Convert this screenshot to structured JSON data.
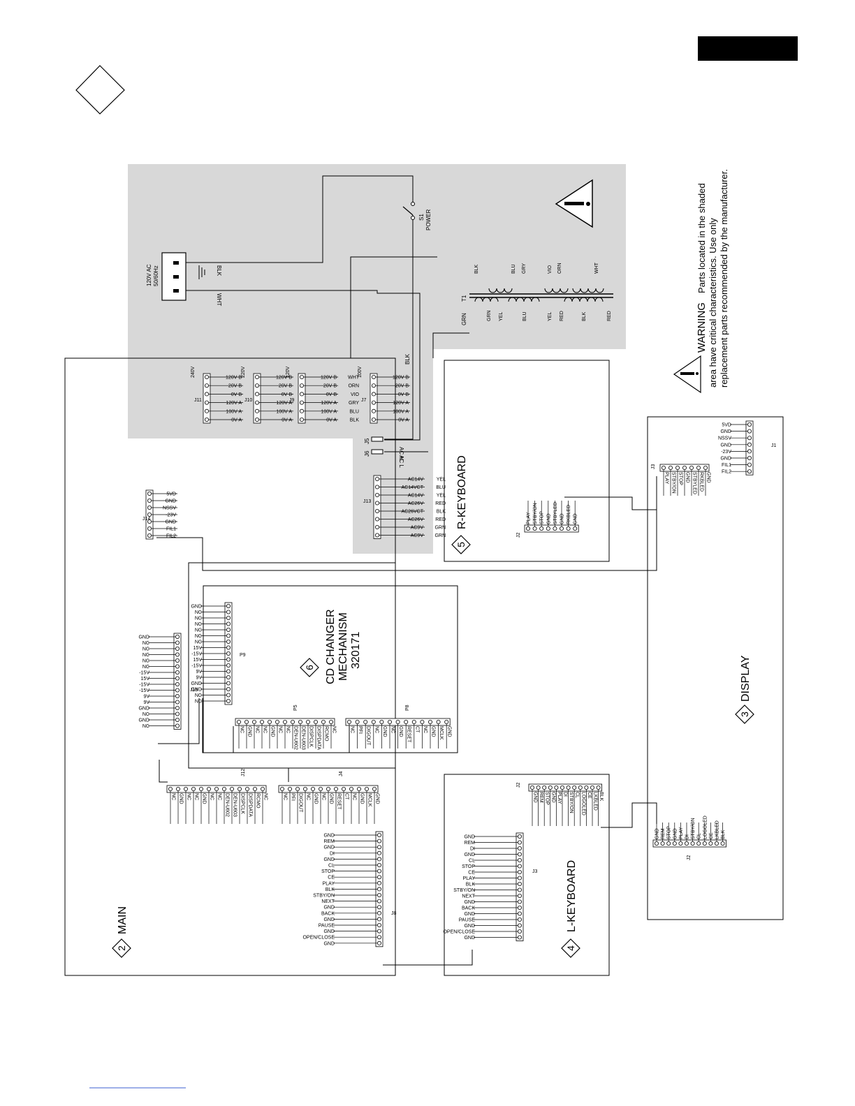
{
  "warning": {
    "title": "WARNING",
    "line1": "Parts located in the shaded",
    "line2": "area have critical characteristics. Use only",
    "line3": "replacement parts recommended by the manufacturer."
  },
  "boards": {
    "main": {
      "num": "2",
      "label": "MAIN"
    },
    "display": {
      "num": "3",
      "label": "DISPLAY"
    },
    "lkeyboard": {
      "num": "4",
      "label": "L-KEYBOARD"
    },
    "rkeyboard": {
      "num": "5",
      "label": "R-KEYBOARD"
    },
    "cd": {
      "num": "6",
      "label1": "CD CHANGER",
      "label2": "MECHANISM",
      "label3": "320171"
    }
  },
  "power": {
    "inlet_label1": "120V AC",
    "inlet_label2": "50/60Hz",
    "blk": "BLK",
    "wht": "WHT",
    "switch_ref": "S1",
    "switch_name": "POWER",
    "t1": "T1",
    "grn": "GRN",
    "j5": "J5",
    "j6": "J6",
    "ach": "AC H",
    "acl": "AC L",
    "sec_top": [
      "BLK",
      "BLU",
      "GRY",
      "VIO",
      "ORN",
      "WHT"
    ],
    "sec_bottom": [
      "GRN",
      "YEL",
      "BLU",
      "YEL",
      "RED",
      "BLK",
      "RED"
    ]
  },
  "volt_connectors": [
    {
      "ref": "J11",
      "voltage": "240V",
      "pins": [
        "120V B",
        "20V B",
        "0V B",
        "120V A",
        "100V A",
        "0V A"
      ],
      "wires": [
        "",
        "",
        "",
        "",
        "",
        ""
      ]
    },
    {
      "ref": "J10",
      "voltage": "220V",
      "pins": [
        "120V B",
        "20V B",
        "0V B",
        "120V A",
        "100V A",
        "0V A"
      ],
      "wires": [
        "",
        "",
        "",
        "",
        "",
        ""
      ]
    },
    {
      "ref": "J9",
      "voltage": "120V",
      "pins": [
        "120V B",
        "20V B",
        "0V B",
        "120V A",
        "100V A",
        "0V A"
      ],
      "wires": [
        "WHT",
        "ORN",
        "VIO",
        "GRY",
        "BLU",
        "BLK"
      ]
    },
    {
      "ref": "J7",
      "voltage": "100V",
      "pins": [
        "120V B",
        "20V B",
        "0V B",
        "120V A",
        "100V A",
        "0V A"
      ],
      "wires": [
        "",
        "",
        "",
        "",
        "",
        ""
      ]
    }
  ],
  "j13": {
    "ref": "J13",
    "pins": [
      "AC14V",
      "AC14VCT",
      "AC14V",
      "AC26V",
      "AC26VCT",
      "AC26V",
      "AC9V",
      "AC9V"
    ],
    "wires": [
      "YEL",
      "BLU",
      "YEL",
      "RED",
      "BLK",
      "RED",
      "GRN",
      "GRN"
    ]
  },
  "j14": {
    "ref": "J14",
    "pins": [
      "5VD",
      "GND",
      "NSSV",
      "-23V",
      "GND",
      "FIL1",
      "FIL2"
    ]
  },
  "display_j1": {
    "ref": "J1",
    "pins": [
      "5VD",
      "GND",
      "NSSV",
      "GND",
      "-23V",
      "GND",
      "FIL1",
      "FIL2"
    ]
  },
  "display_j3": {
    "ref": "J3",
    "pins": [
      "PLAY",
      "STBY/ON",
      "STOP",
      "GND",
      "STBYLED",
      "RKBLED",
      "GND"
    ]
  },
  "display_j2": {
    "ref": "J2",
    "pins": [
      "GND",
      "REM",
      "STOP",
      "GND",
      "PLAY",
      "DI",
      "STBY/ON",
      "CL",
      "LOGOLED",
      "CE",
      "LKBLED",
      "BLK"
    ]
  },
  "rk_j2": {
    "ref": "J2",
    "pins": [
      "PLAY",
      "STBY/ON",
      "STOP",
      "GND",
      "STBYLED",
      "GND",
      "RKBLED",
      "GND"
    ]
  },
  "lk_j2": {
    "ref": "J2",
    "pins": [
      "GND",
      "REM",
      "STOP",
      "GND",
      "PLAY",
      "DI",
      "STBY/ON",
      "CL",
      "LOGOLED",
      "CE",
      "LKBLED",
      "BLK"
    ]
  },
  "lk_j3": {
    "ref": "J3",
    "pins": [
      "GND",
      "REM",
      "DI",
      "GND",
      "CL",
      "STOP",
      "CE",
      "PLAY",
      "BLK",
      "STBY/ON",
      "NEXT",
      "GND",
      "BACK",
      "GND",
      "PAUSE",
      "GND",
      "OPEN/CLOSE",
      "GND"
    ]
  },
  "main_j8": {
    "ref": "J8",
    "pins": [
      "GND",
      "REM",
      "GND",
      "DI",
      "GND",
      "CL",
      "STOP",
      "CE",
      "PLAY",
      "BLK",
      "STBY/ON",
      "NEXT",
      "GND",
      "BACK",
      "GND",
      "PAUSE",
      "GND",
      "OPEN/CLOSE",
      "GND"
    ]
  },
  "main_j19": {
    "ref": "J19",
    "pins": [
      "GND",
      "NC",
      "NC",
      "NC",
      "NC",
      "NC",
      "-15V",
      "15V",
      "-15V",
      "-15V",
      "9V",
      "9V",
      "GND",
      "NC",
      "GND",
      "NC"
    ]
  },
  "cd_p9": {
    "ref": "P9",
    "pins": [
      "GND",
      "NC",
      "NC",
      "NC",
      "NC",
      "NC",
      "NC",
      "15V",
      "-15V",
      "15V",
      "-15V",
      "9V",
      "9V",
      "GND",
      "GND",
      "NC",
      "NC"
    ]
  },
  "main_j12": {
    "ref": "J12",
    "pins": [
      "NC",
      "GND",
      "NC",
      "NC",
      "GND",
      "NC",
      "NC",
      "DEN-U602",
      "DEN-U603",
      "DISPCLK",
      "DISPDATA",
      "RCMO",
      "NC"
    ]
  },
  "main_j4": {
    "ref": "J4",
    "pins": [
      "NC",
      "PFI",
      "DIGOUT",
      "NC",
      "GND",
      "NC",
      "GND",
      "RESET",
      "CT",
      "NC",
      "GND",
      "MCLK",
      "GND"
    ]
  },
  "cd_p5": {
    "ref": "P5",
    "pins": [
      "NC",
      "GND",
      "NC",
      "NC",
      "GND",
      "NC",
      "NC",
      "DEN-U602",
      "DEN-U603",
      "DISPCLK",
      "DISPDATA",
      "RCMO",
      "NC"
    ]
  },
  "cd_p8": {
    "ref": "P8",
    "pins": [
      "NC",
      "PFI",
      "DIGOUT",
      "NC",
      "GND",
      "NC",
      "GND",
      "RESET",
      "CT",
      "NC",
      "GND",
      "MCLK",
      "GND"
    ]
  }
}
